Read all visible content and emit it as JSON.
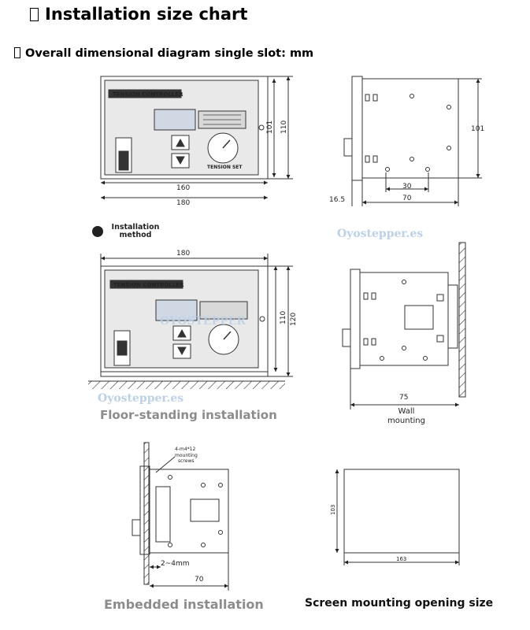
{
  "header": {
    "title": "Installation size chart",
    "subtitle": "Overall dimensional diagram single slot: mm"
  },
  "front_view": {
    "panel_label": "TENSION CONTROLLER",
    "knob_label": "TENSION SET",
    "dims": {
      "inner_width": "160",
      "outer_width": "180",
      "inner_height": "101",
      "outer_height": "110"
    }
  },
  "side_view": {
    "dims": {
      "height": "101",
      "hole_spacing": "30",
      "depth": "70",
      "front": "16.5"
    }
  },
  "installation_method": {
    "label_line1": "Installation",
    "label_line2": "method"
  },
  "watermark": {
    "small": "Oyostepper.es",
    "big": "OYOSTEPPER"
  },
  "floor_view": {
    "panel_label": "TENSION CONTROLLER",
    "dims": {
      "width": "180",
      "height_inner": "110",
      "height_outer": "120"
    },
    "caption": "Floor-standing installation"
  },
  "wall_view": {
    "dims": {
      "depth": "75"
    },
    "label_line1": "Wall",
    "label_line2": "mounting"
  },
  "embedded_view": {
    "screw_note_line1": "4-m4*12",
    "screw_note_line2": "mounting",
    "screw_note_line3": "screws",
    "dims": {
      "gap": "2~4mm",
      "depth": "70"
    },
    "caption": "Embedded installation"
  },
  "opening_view": {
    "dims": {
      "height": "103",
      "width": "163"
    },
    "caption": "Screen mounting opening size"
  }
}
